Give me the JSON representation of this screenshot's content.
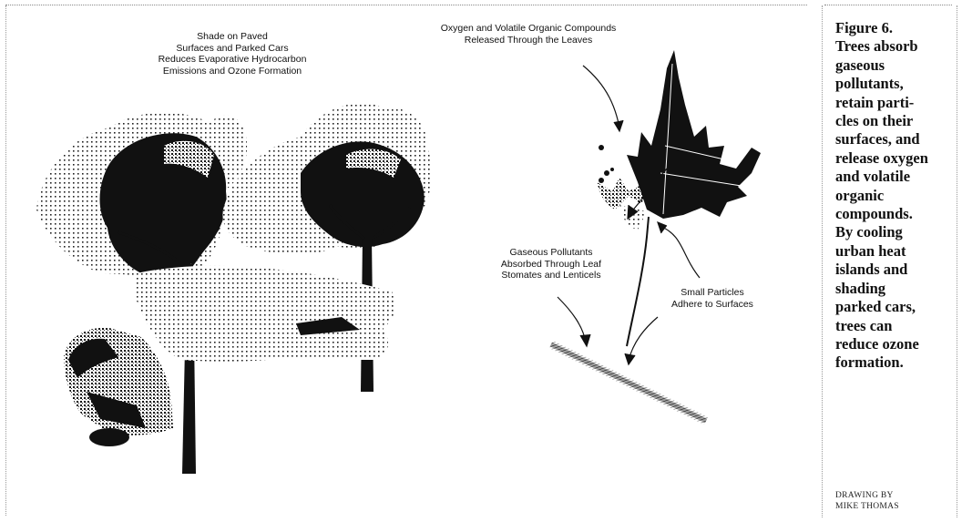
{
  "figure": {
    "labels": {
      "shade": [
        "Shade on Paved",
        "Surfaces and Parked Cars",
        "Reduces Evaporative Hydrocarbon",
        "Emissions and Ozone Formation"
      ],
      "oxygen": [
        "Oxygen and Volatile Organic Compounds",
        "Released Through the Leaves"
      ],
      "gaseous": [
        "Gaseous Pollutants",
        "Absorbed Through Leaf",
        "Stomates and Lenticels"
      ],
      "particles": [
        "Small Particles",
        "Adhere to Surfaces"
      ]
    }
  },
  "caption": {
    "lines": [
      "Figure 6.",
      "Trees absorb",
      "gaseous",
      "pollutants,",
      "retain parti-",
      "cles on their",
      "surfaces, and",
      "release oxygen",
      "and volatile",
      "organic",
      "compounds.",
      "By cooling",
      "urban heat",
      "islands and",
      "shading",
      "parked cars,",
      "trees can",
      "reduce ozone",
      "formation."
    ]
  },
  "credit": {
    "lines": [
      "DRAWING BY",
      "MIKE THOMAS"
    ]
  }
}
